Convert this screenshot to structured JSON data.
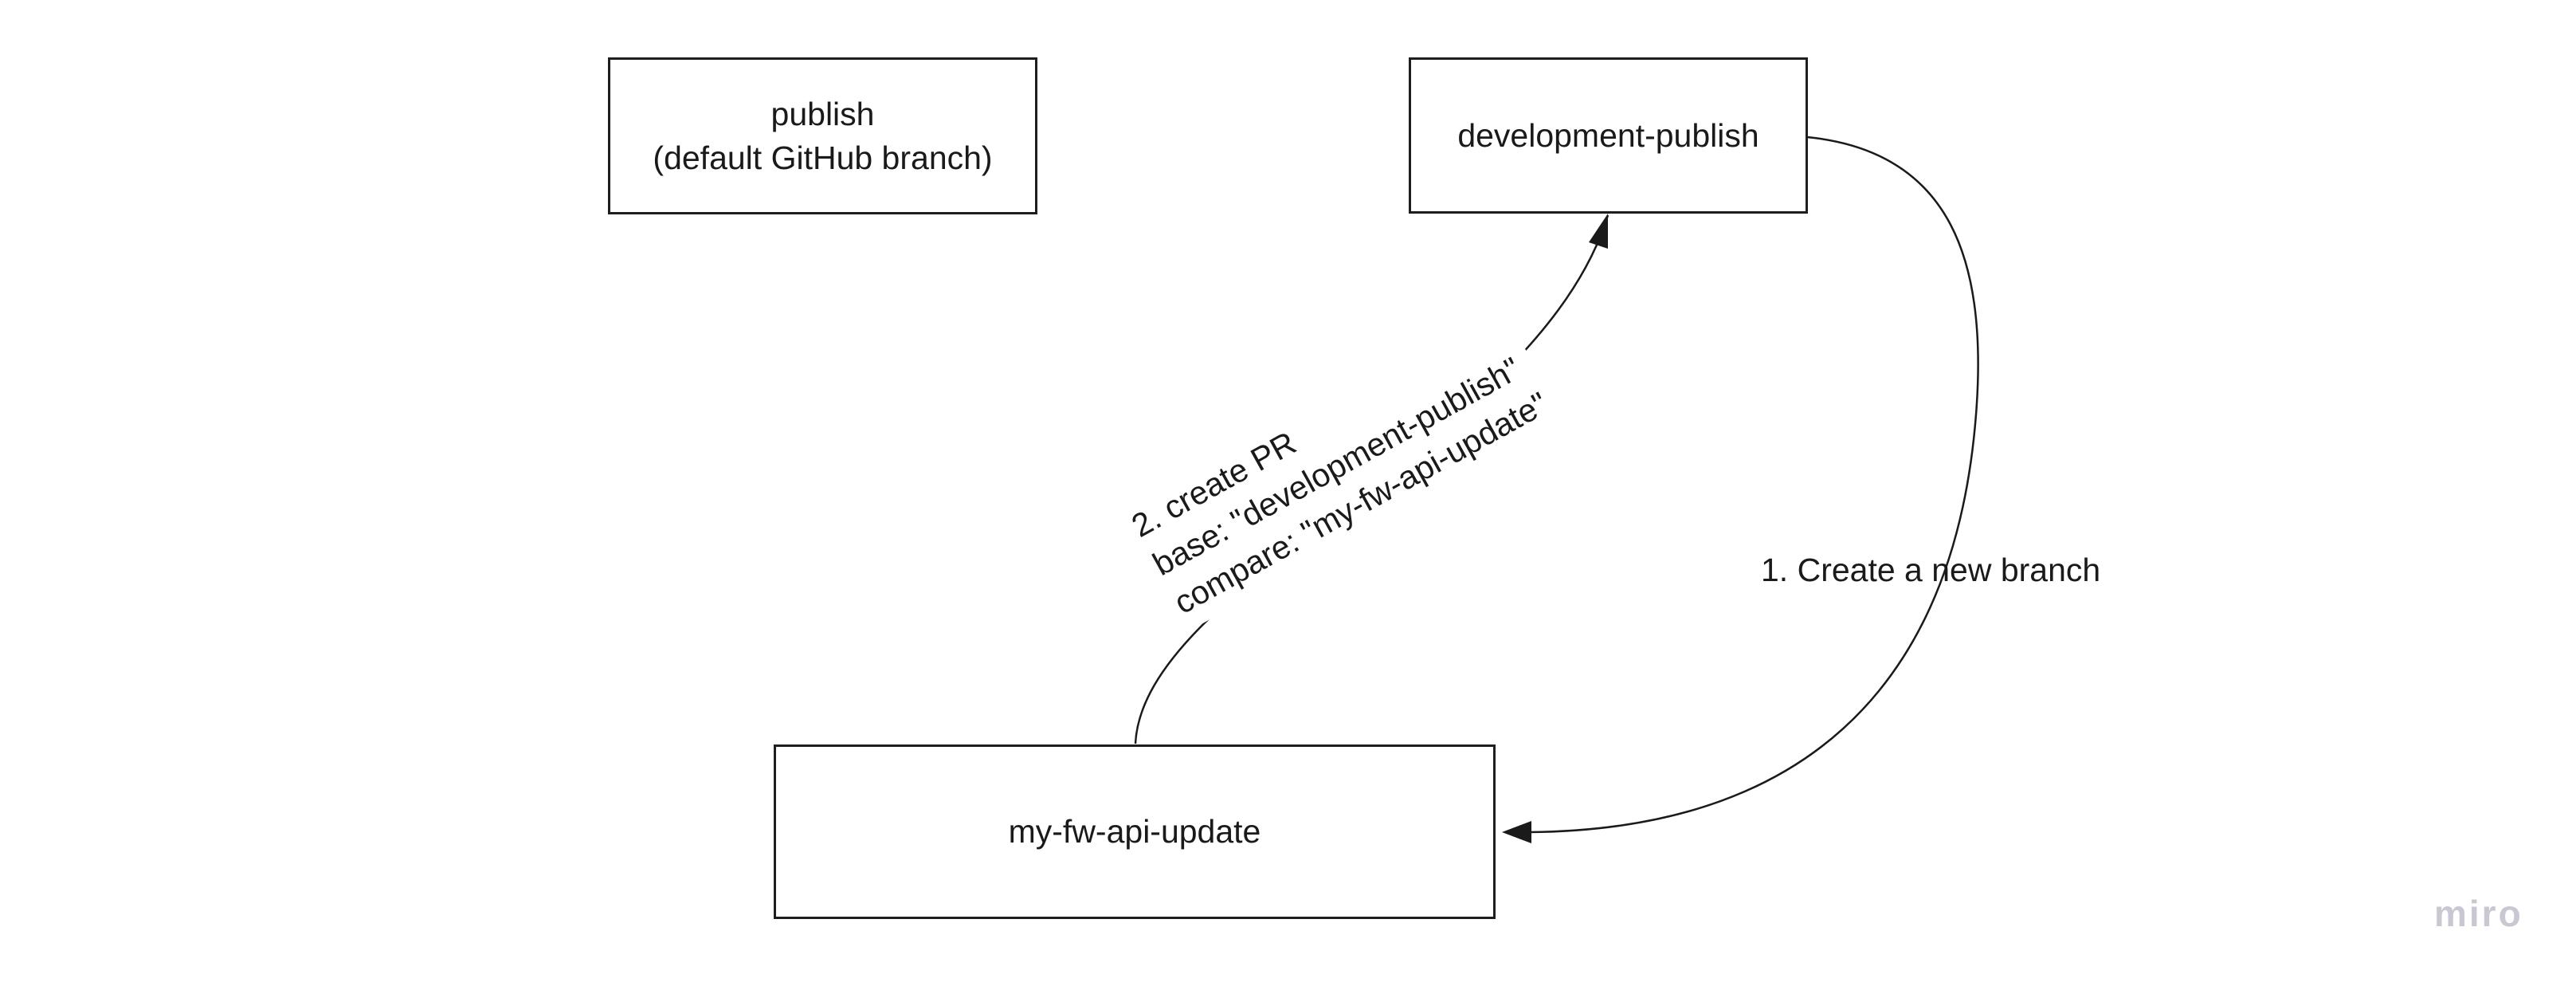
{
  "canvas": {
    "background_color": "#ffffff",
    "stroke_color": "#1a1a1a",
    "text_color": "#1a1a1a"
  },
  "nodes": [
    {
      "id": "publish",
      "lines": [
        "publish",
        "(default GitHub branch)"
      ]
    },
    {
      "id": "development-publish",
      "lines": [
        "development-publish"
      ]
    },
    {
      "id": "my-fw-api-update",
      "lines": [
        "my-fw-api-update"
      ]
    }
  ],
  "edges": [
    {
      "id": "create-branch",
      "label": "1. Create a new branch",
      "from": "development-publish",
      "to": "my-fw-api-update"
    },
    {
      "id": "create-pr",
      "lines": [
        "2. create PR",
        "base: \"development-publish\"",
        "compare: \"my-fw-api-update\""
      ],
      "from": "my-fw-api-update",
      "to": "development-publish"
    }
  ],
  "watermark": {
    "text": "miro",
    "color": "#c8c7d2"
  }
}
